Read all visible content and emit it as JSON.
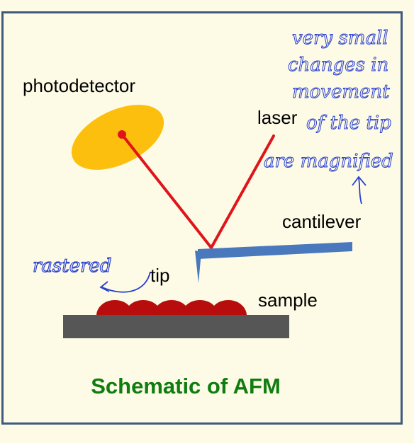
{
  "labels": {
    "photodetector": "photodetector",
    "laser": "laser",
    "cantilever": "cantilever",
    "tip": "tip",
    "sample": "sample"
  },
  "title": "Schematic of AFM",
  "annotations": {
    "rastered": "rastered",
    "magnified_lines": [
      "very small",
      "changes in",
      "movement",
      "of the tip",
      "are magnified"
    ]
  },
  "colors": {
    "background": "#fdfbe6",
    "frame_border": "#3f5a7c",
    "photodetector_fill": "#fdbf0d",
    "laser_beam": "#e0141b",
    "cantilever_fill": "#4a78bd",
    "sample_bumps": "#b80d0d",
    "substrate": "#565656",
    "title_text": "#0f7d0f",
    "handwriting_ink": "#2a3fd0"
  }
}
